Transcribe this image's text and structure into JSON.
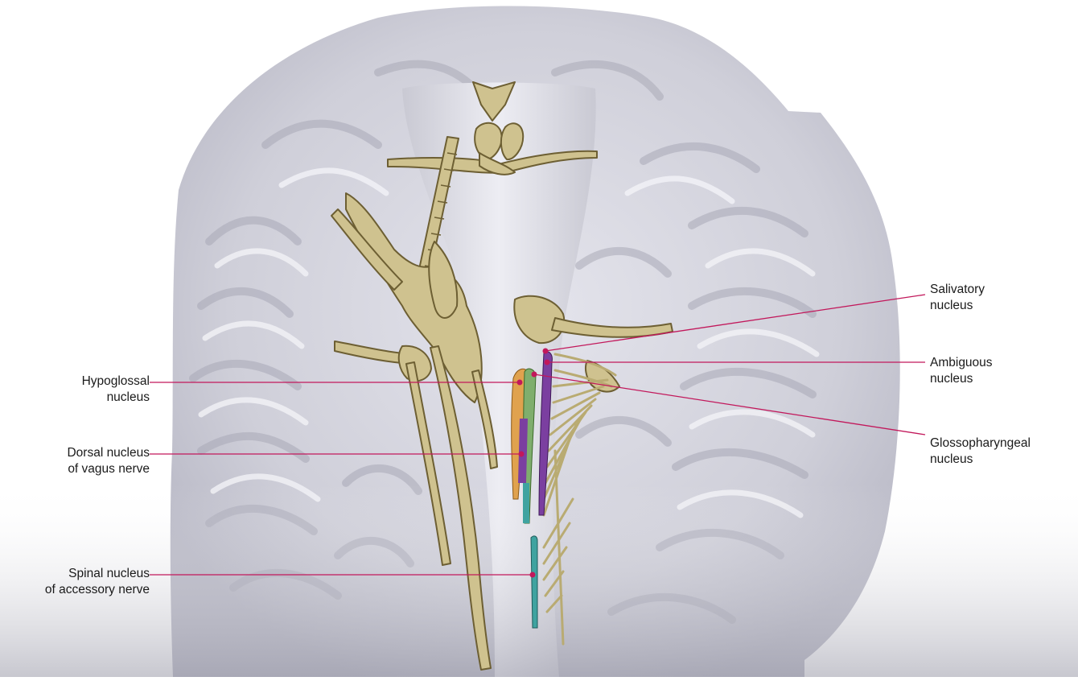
{
  "colors": {
    "leader_line": "#c2185b",
    "nerve_fill": "#cfc28f",
    "nerve_stroke": "#6d5f33",
    "hypoglossal": "#e0a24e",
    "dorsal_vagus": "#7fae6d",
    "ambiguous": "#7b3fa0",
    "spinal_accessory": "#3fa3a0",
    "brain_background": "#c8c8d2"
  },
  "labels": {
    "hypoglossal": {
      "line1": "Hypoglossal",
      "line2": "nucleus"
    },
    "dorsal_vagus": {
      "line1": "Dorsal nucleus",
      "line2": "of vagus nerve"
    },
    "spinal_accessory": {
      "line1": "Spinal nucleus",
      "line2": "of accessory nerve"
    },
    "salivatory": {
      "line1": "Salivatory",
      "line2": "nucleus"
    },
    "ambiguous": {
      "line1": "Ambiguous",
      "line2": "nucleus"
    },
    "glossopharyngeal": {
      "line1": "Glossopharyngeal",
      "line2": "nucleus"
    }
  }
}
